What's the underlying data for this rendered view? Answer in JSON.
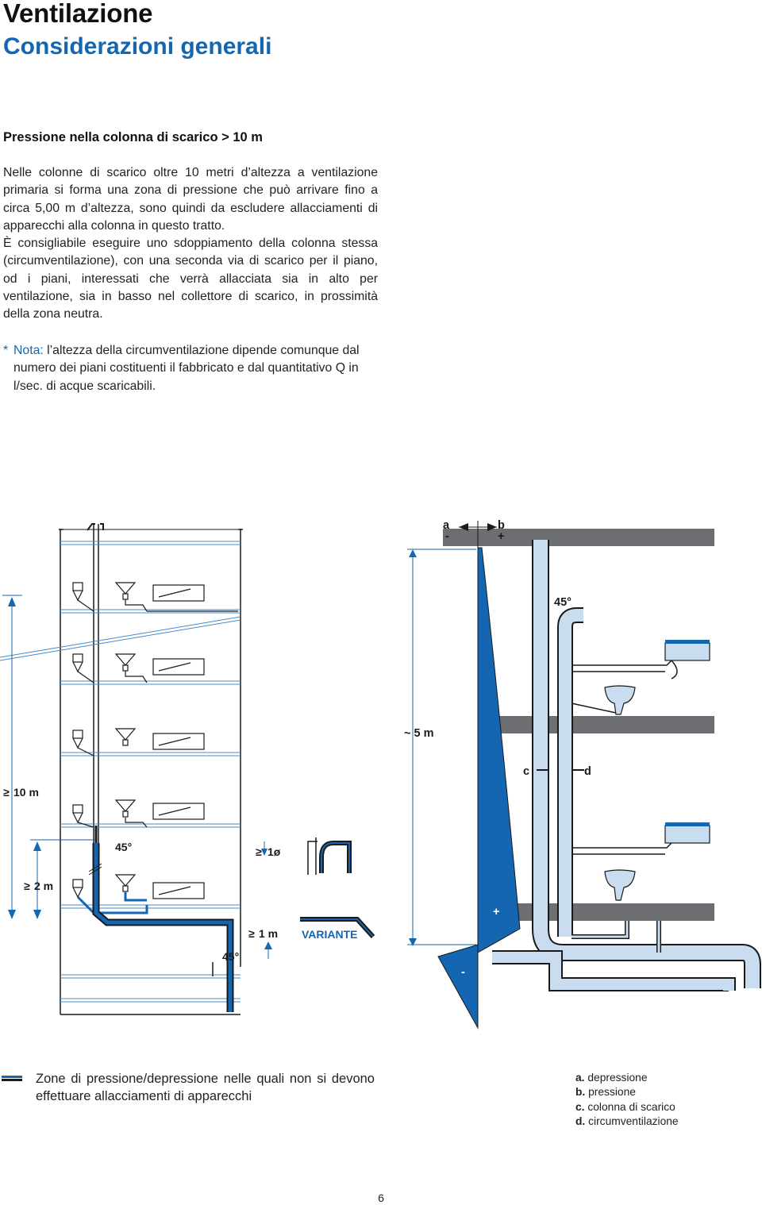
{
  "title": "Ventilazione",
  "subtitle": "Considerazioni generali",
  "section_heading": "Pressione nella colonna di scarico > 10 m",
  "paragraph_1": "Nelle colonne di scarico oltre 10 metri d’altezza a ventilazione primaria si forma una zona di pressione che può arrivare fino a circa 5,00 m d’altezza, sono quindi da escludere allacciamenti di apparecchi alla colonna in questo tratto.",
  "paragraph_2": "È consigliabile eseguire uno sdoppiamento della colonna stessa (circumventilazione), con una seconda via di scarico per il piano, od i piani, interessati che verrà allacciata sia in alto per ventilazione, sia in basso nel collettore di scarico, in prossimità della zona neutra.",
  "note": {
    "star": "*",
    "label": "Nota:",
    "text": "l’altezza della circumventilazione dipende comunque dal numero dei piani costituenti il fabbricato e dal quantitativo Q in l/sec. di acque scaricabili."
  },
  "diagram": {
    "dim_10m": "10 m",
    "dim_2m": "2 m",
    "angle_45_a": "45°",
    "dim_1o": "1ø",
    "dim_1m": "1 m",
    "angle_45_b": "45°",
    "variante": "VARIANTE",
    "label_a": "a",
    "sign_a": "-",
    "label_b": "b",
    "sign_b": "+",
    "angle_45_c": "45°",
    "dim_5m": "~ 5 m",
    "label_c": "c",
    "label_d": "d",
    "plus": "+",
    "minus": "-",
    "ge": "≥"
  },
  "legend": {
    "text": "Zone di pressione/depressione nelle quali non si devono effettuare allacciamenti di apparecchi",
    "keys": [
      {
        "k": "a.",
        "v": "depressione"
      },
      {
        "k": "b.",
        "v": "pressione"
      },
      {
        "k": "c.",
        "v": "colonna di scarico"
      },
      {
        "k": "d.",
        "v": "circumventilazione"
      }
    ]
  },
  "colors": {
    "blue": "#1466b0",
    "light_blue": "#c9dcf0",
    "gray": "#6d6e71",
    "black": "#1a1a1a"
  },
  "page_number": "6"
}
